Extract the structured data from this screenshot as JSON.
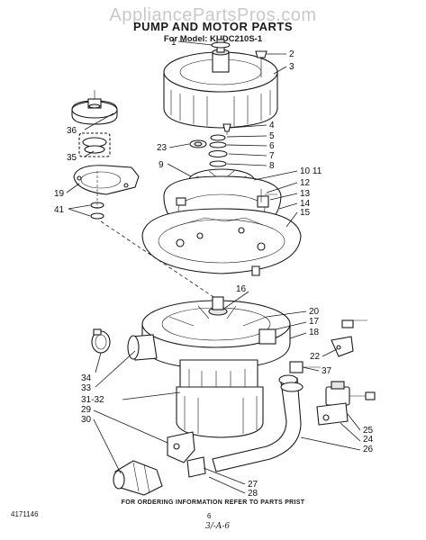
{
  "watermark": "AppliancePartsPros.com",
  "title": "PUMP AND MOTOR PARTS",
  "model_line": "For Model: KUDC210S-1",
  "footer_note": "FOR ORDERING INFORMATION REFER TO PARTS PRIST",
  "doc_number": "4171146",
  "page_number": "6",
  "initials": "3/-A-6",
  "callouts": {
    "c1": "1",
    "c2": "2",
    "c3": "3",
    "c4": "4",
    "c5": "5",
    "c6": "6",
    "c7": "7",
    "c8": "8",
    "c9": "9",
    "c10_11": "10 11",
    "c12": "12",
    "c13": "13",
    "c14": "14",
    "c15": "15",
    "c16": "16",
    "c17": "17",
    "c18": "18",
    "c19": "19",
    "c20": "20",
    "c22": "22",
    "c23": "23",
    "c24": "24",
    "c25": "25",
    "c26": "26",
    "c27": "27",
    "c28": "28",
    "c29": "29",
    "c30": "30",
    "c31_32": "31-32",
    "c33": "33",
    "c34": "34",
    "c35": "35",
    "c36": "36",
    "c37": "37",
    "c41": "41"
  }
}
